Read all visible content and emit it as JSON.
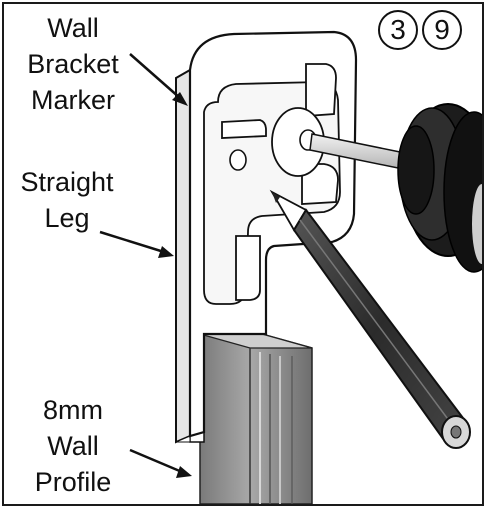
{
  "steps": [
    "3",
    "9"
  ],
  "labels": {
    "wall_bracket_marker": [
      "Wall",
      "Bracket",
      "Marker"
    ],
    "straight_leg": [
      "Straight",
      "Leg"
    ],
    "wall_profile": [
      "8mm",
      "Wall",
      "Profile"
    ]
  },
  "components": [
    "bracket-plate",
    "straight-leg",
    "wall-profile",
    "pencil",
    "screw",
    "wheel"
  ],
  "colors": {
    "outline": "#111111",
    "plate": "#ffffff",
    "profile": "#8c8c8c",
    "pencil": "#3a3a3a",
    "wheel": "#1c1c1c"
  }
}
